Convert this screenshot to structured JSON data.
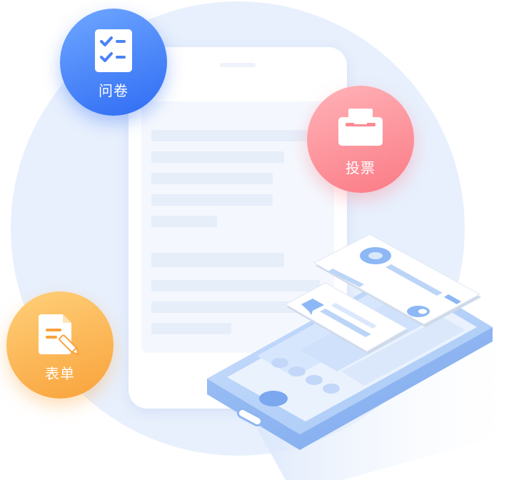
{
  "badges": {
    "questionnaire": {
      "label": "问卷",
      "icon": "checklist-icon"
    },
    "vote": {
      "label": "投票",
      "icon": "ballot-box-icon"
    },
    "form": {
      "label": "表单",
      "icon": "document-edit-icon"
    }
  },
  "colors": {
    "background_circle": "#e8f0fd",
    "blue": "#2f6cf4",
    "pink": "#fb7a85",
    "orange": "#f9a23a",
    "phone": "#a7c8f7"
  }
}
